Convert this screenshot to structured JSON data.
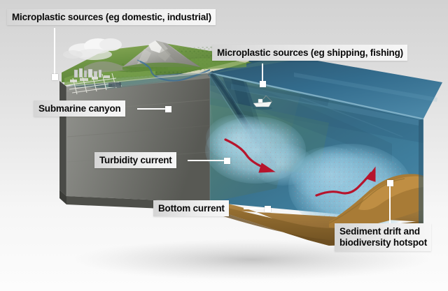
{
  "figure": {
    "type": "3d-block-diagram",
    "subject": "Microplastic transport from land to deep sea via submarine canyon",
    "background_top_color": "#d2d2d2",
    "background_bottom_color": "#fcfcfc"
  },
  "labels": [
    {
      "id": "land-sources",
      "text": "Microplastic sources (eg domestic, industrial)",
      "points_to": "coastal industrial town on land surface"
    },
    {
      "id": "sea-sources",
      "text": "Microplastic sources (eg shipping, fishing)",
      "points_to": "fishing vessel on sea surface"
    },
    {
      "id": "submarine-canyon",
      "text": "Submarine canyon",
      "points_to": "canyon head incised into continental shelf"
    },
    {
      "id": "turbidity-current",
      "text": "Turbidity current",
      "points_to": "sediment-laden flow descending the canyon"
    },
    {
      "id": "bottom-current",
      "text": "Bottom current",
      "points_to": "near-seafloor current on the abyssal plain"
    },
    {
      "id": "sediment-drift",
      "text": "Sediment drift and\nbiodiversity hotspot",
      "line_1": "Sediment drift and",
      "line_2": "biodiversity hotspot",
      "points_to": "mounded sediment drift at right of block"
    }
  ],
  "scene_elements": [
    {
      "name": "mountain",
      "description": "snow-streaked grey peak behind the coastal plain"
    },
    {
      "name": "cloud",
      "description": "white cloud plume left of the mountain summit"
    },
    {
      "name": "industrial-town",
      "description": "grey tanks, buildings and a street grid on the coastal plain"
    },
    {
      "name": "river",
      "description": "blue river running from the mountain to the sea"
    },
    {
      "name": "beach",
      "description": "pale sandy shoreline strip"
    },
    {
      "name": "fishing-boat",
      "description": "small white vessel on the sea surface"
    },
    {
      "name": "continental-shelf",
      "description": "shallow green-blue shelf water"
    },
    {
      "name": "submarine-canyon",
      "description": "dark V-shaped incision running down the slope"
    },
    {
      "name": "turbidity-plume",
      "description": "pale blue speckled cloud of suspended sediment and microplastic"
    },
    {
      "name": "sediment-drift",
      "description": "tan-brown mound on the abyssal seafloor"
    },
    {
      "name": "rock-cutaway-left",
      "description": "grey rock cross-section on the left cut face"
    },
    {
      "name": "sediment-cutaway-front",
      "description": "brown sediment layer along the front base of the block"
    }
  ],
  "arrows": [
    {
      "name": "turbidity-current-arrow",
      "color": "#b6142c",
      "direction": "down-slope to the right"
    },
    {
      "name": "bottom-current-arrow",
      "color": "#b6142c",
      "direction": "rising to the upper right over the drift"
    }
  ],
  "colors": {
    "label_text": "#0a0a0a",
    "label_panel": "#e5e5e5",
    "leader_line": "#ffffff",
    "arrow_red": "#b6142c",
    "deep_water": "#2f6f96",
    "shelf_water": "#49806f",
    "sediment_brown": "#a87b36",
    "rock_grey": "#6f706c",
    "land_green": "#5d8b3c"
  }
}
